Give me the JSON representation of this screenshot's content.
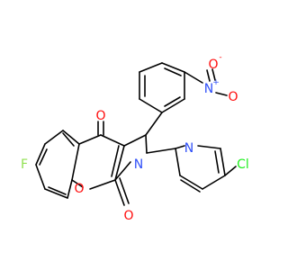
{
  "colors": {
    "bond": "#000000",
    "O": "#ff0d0d",
    "N": "#3050f8",
    "F": "#90e050",
    "Cl": "#1ff01f"
  },
  "atoms": {
    "o_nitro_top": "O",
    "o_nitro_minus_sign": "-",
    "n_nitro": "N",
    "n_nitro_plus_sign": "+",
    "o_nitro_bottom": "O",
    "fluorine": "F",
    "o_ketone_top": "O",
    "n_lactam": "N",
    "n_pyridine": "N",
    "chlorine": "Cl",
    "o_pyran": "O",
    "o_lactam": "O"
  }
}
